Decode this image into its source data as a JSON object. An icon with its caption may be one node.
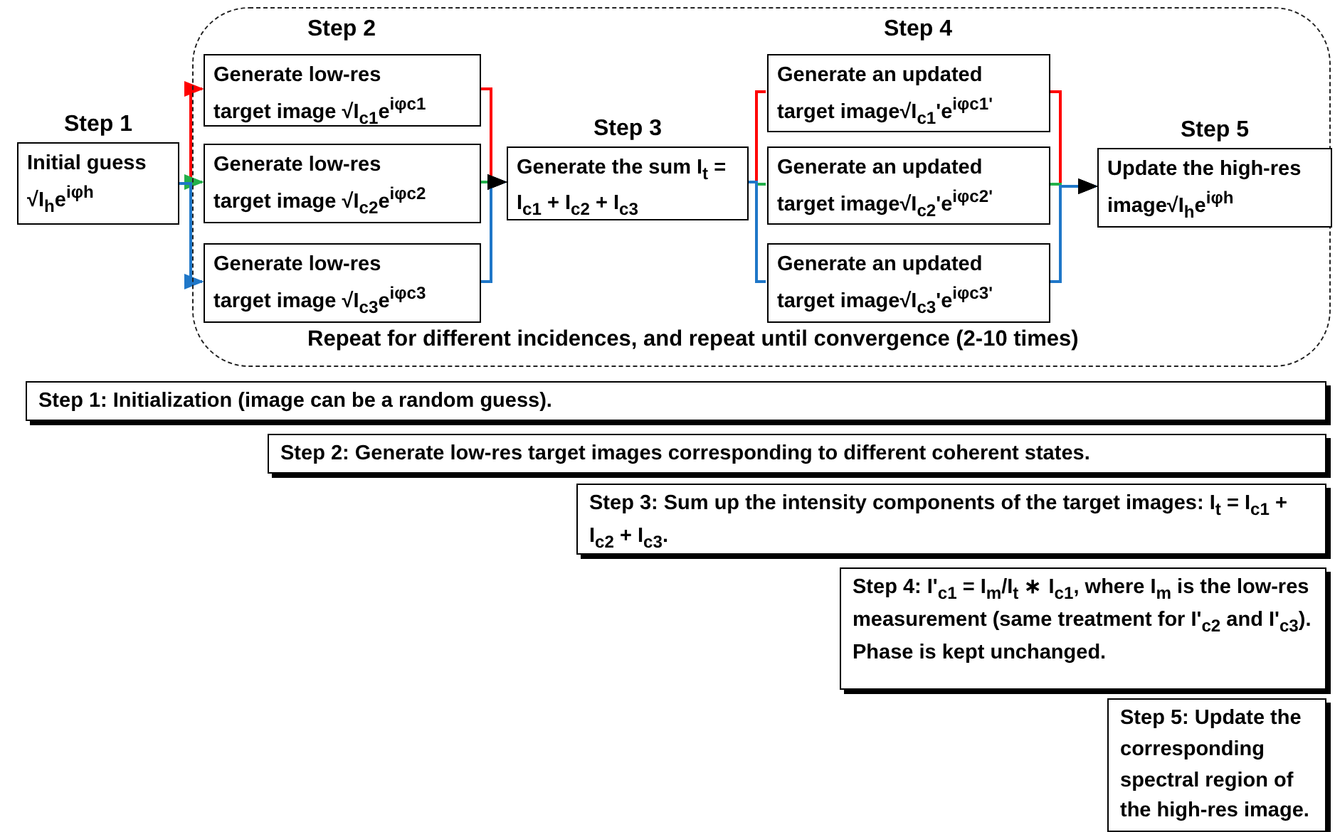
{
  "diagram": {
    "nodes": [
      {
        "text": [
          "Repeat for different incidences, and repeat until convergence (2-10 times)"
        ]
      },
      {
        "text": [
          "Step 1",
          "Initial guess √I$_{h}$e$^{iφh}$"
        ]
      },
      {
        "text": [
          "Generate low-res target image √I$_{c1}$e$^{iφc1}$"
        ],
        "in": 0
      },
      {
        "text": [
          "Generate low-res target image √I$_{c2}$e$^{iφc2}$"
        ],
        "in": 0
      },
      {
        "text": [
          "Generate low-res target image √I$_{c3}$e$^{iφc3}$"
        ],
        "in": 0
      },
      {
        "text": [
          "Step 3",
          "Generate the sum I$_{t}$ = I$_{c1}$ + I$_{c2}$ + I$_{c3}$"
        ],
        "in": 0
      },
      {
        "text": [
          "Generate an updated target image√I$_{c1}$'e$^{iφc1'}$"
        ],
        "in": 0
      },
      {
        "text": [
          "Generate an updated target image√I$_{c2}$'e$^{iφc2'}$"
        ],
        "in": 0
      },
      {
        "text": [
          "Generate an updated target image√I$_{c3}$'e$^{iφc3'}$"
        ],
        "in": 0
      },
      {
        "text": [
          "Step 5",
          "Update the high-res image√I$_{h}$e$^{iφh}$"
        ],
        "in": 0
      },
      {
        "text": [
          "Step 1: Initialization (image can be a random guess)."
        ]
      },
      {
        "text": [
          "Step 2: Generate low-res target images corresponding to different coherent states."
        ]
      },
      {
        "text": [
          "Step 3: Sum up the intensity components of the target images: I$_{t}$ = I$_{c1}$ + I$_{c2}$ + I$_{c3}$."
        ]
      },
      {
        "text": [
          "Step 4: I'$_{c1}$ = I$_{m}$/I$_{t}$ ∗ I$_{c1}$, where I$_{m}$ is the low-res measurement (same treatment for I'$_{c2}$ and I'$_{c3}$). Phase is kept unchanged."
        ]
      },
      {
        "text": [
          "Step 5: Update the corresponding spectral region of the high-res image."
        ]
      }
    ],
    "edges": [
      {
        "from": 1,
        "to": 2,
        "arrow": "to",
        "color": "#ff0000"
      },
      {
        "from": 1,
        "to": 3,
        "arrow": "to",
        "color": "#22b04a"
      },
      {
        "from": 1,
        "to": 4,
        "arrow": "to",
        "color": "#1f77c8"
      },
      {
        "from": 2,
        "to": 5,
        "arrow": "to",
        "color": "#ff0000"
      },
      {
        "from": 3,
        "to": 5,
        "arrow": "to",
        "color": "#22b04a"
      },
      {
        "from": 4,
        "to": 5,
        "arrow": "to",
        "color": "#1f77c8"
      },
      {
        "from": 5,
        "to": 6,
        "arrow": "none",
        "color": "#ff0000"
      },
      {
        "from": 5,
        "to": 7,
        "arrow": "none",
        "color": "#22b04a"
      },
      {
        "from": 5,
        "to": 8,
        "arrow": "none",
        "color": "#1f77c8"
      },
      {
        "from": 6,
        "to": 9,
        "arrow": "to",
        "color": "#ff0000"
      },
      {
        "from": 7,
        "to": 9,
        "arrow": "to",
        "color": "#22b04a"
      },
      {
        "from": 8,
        "to": 9,
        "arrow": "to",
        "color": "#1f77c8"
      }
    ],
    "labels": [
      "Step 2",
      "Step 4"
    ]
  }
}
